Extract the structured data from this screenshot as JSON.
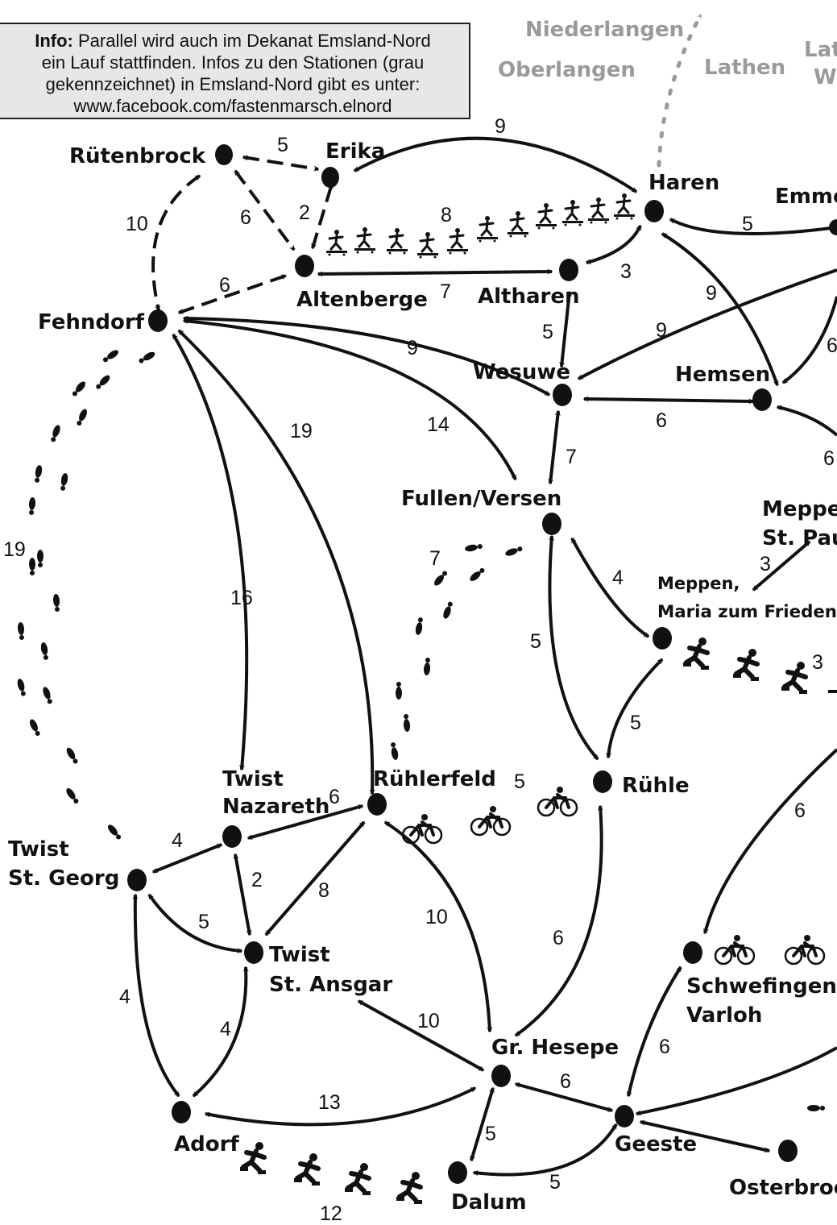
{
  "info": {
    "label": "Info:",
    "line1": " Parallel wird auch im Dekanat Emsland-Nord",
    "line2": "ein Lauf stattfinden.  Infos zu den Stationen (grau",
    "line3": "gekennzeichnet) in Emsland-Nord gibt es unter:",
    "line4": "www.facebook.com/fastenmarsch.elnord"
  },
  "places_gray": {
    "niederlangen": "Niederlangen",
    "oberlangen": "Oberlangen",
    "lathen": "Lathen",
    "lathen_w_1": "Lat",
    "lathen_w_2": "W"
  },
  "places": {
    "ruetenbrock": "Rütenbrock",
    "erika": "Erika",
    "haren": "Haren",
    "emmeln": "Emme",
    "altenberge": "Altenberge",
    "altharen": "Altharen",
    "fehndorf": "Fehndorf",
    "wesuwe": "Wesuwe",
    "hemsen": "Hemsen",
    "fullen": "Fullen/Versen",
    "meppen_paulus_1": "Meppe",
    "meppen_paulus_2": "St. Pau",
    "meppen_maria_1": "Meppen,",
    "meppen_maria_2": "Maria zum Frieden",
    "twist_nazareth_1": "Twist",
    "twist_nazareth_2": "Nazareth",
    "ruehlerfeld": "Rühlerfeld",
    "ruehle": "Rühle",
    "twist_georg_1": "Twist",
    "twist_georg_2": "St. Georg",
    "twist_ansgar_1": "Twist",
    "twist_ansgar_2": "St. Ansgar",
    "gr_hesepe": "Gr. Hesepe",
    "schwefingen": "Schwefingen",
    "varloh": "Varloh",
    "adorf": "Adorf",
    "geeste": "Geeste",
    "dalum": "Dalum",
    "osterbrock": "Osterbroc"
  },
  "distances": {
    "ruetenbrock_erika": "5",
    "erika_haren": "9",
    "ruetenbrock_fehndorf": "10",
    "ruetenbrock_altenberge": "6",
    "erika_altenberge": "2",
    "altenberge_haren_skate": "8",
    "haren_emmeln": "5",
    "fehndorf_altenberge": "6",
    "altenberge_altharen": "7",
    "altharen_haren": "3",
    "haren_hemsen": "9",
    "wesuwe_east": "9",
    "hemsen_east": "6",
    "fehndorf_wesuwe": "9",
    "altharen_wesuwe": "5",
    "wesuwe_hemsen": "6",
    "hemsen_south": "6",
    "fehndorf_ruehlerfeld": "19",
    "fehndorf_fullen": "14",
    "wesuwe_fullen": "7",
    "meppen_link": "3",
    "fehndorf_georg": "19",
    "fehndorf_nazareth": "16",
    "fullen_ruehlerfeld": "7",
    "fullen_maria": "4",
    "fullen_ruehle": "5",
    "maria_skate": "3",
    "maria_ruehle": "5",
    "ruehlerfeld_ruehle": "5",
    "nazareth_ruehlerfeld": "6",
    "east_schwefingen": "6",
    "georg_nazareth": "4",
    "nazareth_ansgar": "2",
    "ruehlerfeld_ansgar": "8",
    "georg_ansgar": "5",
    "ruehlerfeld_hesepe": "10",
    "ruehle_hesepe": "6",
    "georg_adorf": "4",
    "ansgar_adorf": "4",
    "ansgar_hesepe": "10",
    "schwefingen_geeste": "6",
    "adorf_hesepe": "13",
    "hesepe_geeste": "6",
    "hesepe_dalum": "5",
    "geeste_dalum": "5",
    "adorf_dalum_skate": "12"
  },
  "legend_icons": [
    "skateboarder-icon",
    "cyclist-icon",
    "inline-skater-icon",
    "footprint-icon"
  ],
  "colors": {
    "ink": "#111111",
    "gray": "#9a9a9a",
    "info_bg": "#e9e7e6"
  }
}
